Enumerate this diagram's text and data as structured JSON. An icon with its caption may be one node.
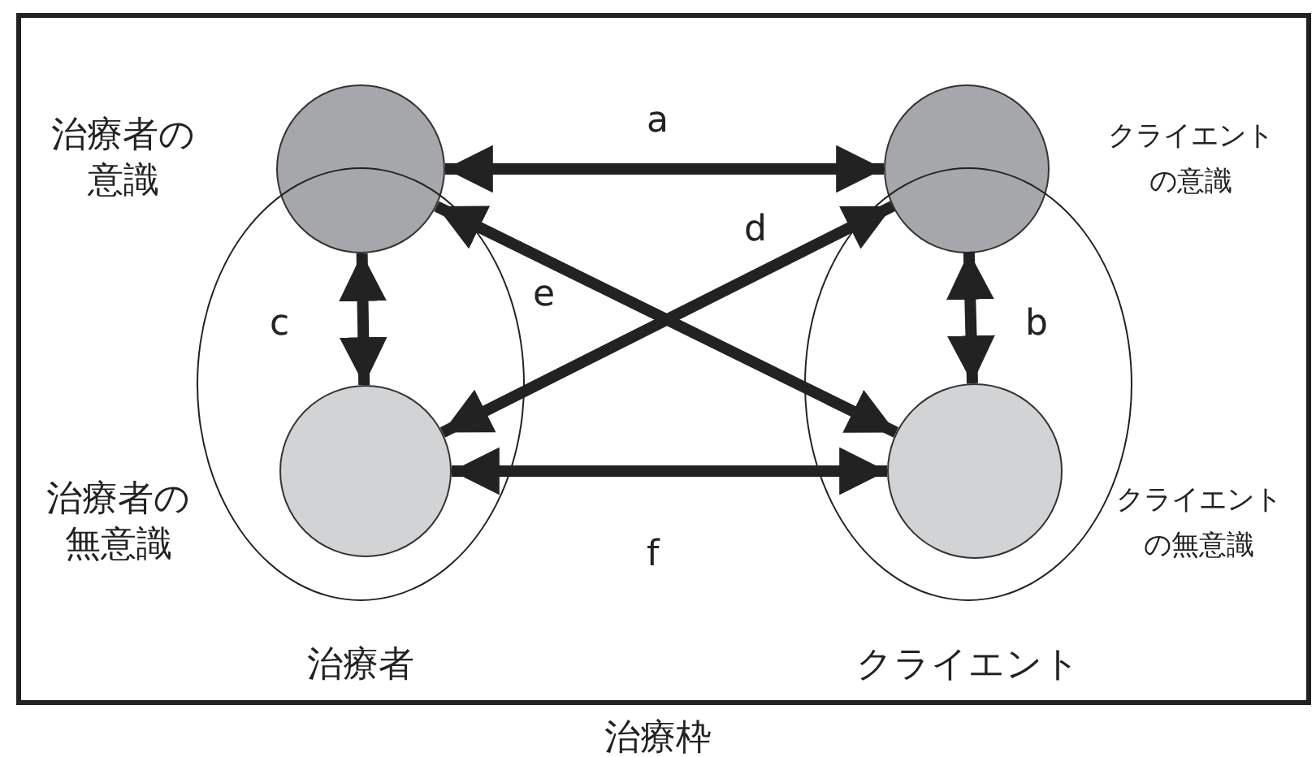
{
  "diagram": {
    "nodes": [
      {
        "text": [
          "治療枠"
        ]
      },
      {
        "text": [
          "治療者"
        ],
        "in": 0
      },
      {
        "text": [
          "クライエント"
        ],
        "in": 0
      },
      {
        "text": [
          "治療者の意識"
        ],
        "in": 0
      },
      {
        "text": [
          "クライエントの意識"
        ],
        "in": 0
      },
      {
        "text": [
          "治療者の無意識"
        ],
        "in": 1
      },
      {
        "text": [
          "クライエントの無意識"
        ],
        "in": 2
      }
    ],
    "edges": [
      {
        "from": 3,
        "to": 4,
        "arrow": "both",
        "label": "a"
      },
      {
        "from": 4,
        "to": 6,
        "arrow": "both",
        "label": "b"
      },
      {
        "from": 3,
        "to": 5,
        "arrow": "both",
        "label": "c"
      },
      {
        "from": 4,
        "to": 5,
        "arrow": "both",
        "label": "d"
      },
      {
        "from": 3,
        "to": 6,
        "arrow": "both",
        "label": "e"
      },
      {
        "from": 5,
        "to": 6,
        "arrow": "both",
        "label": "f"
      }
    ]
  }
}
